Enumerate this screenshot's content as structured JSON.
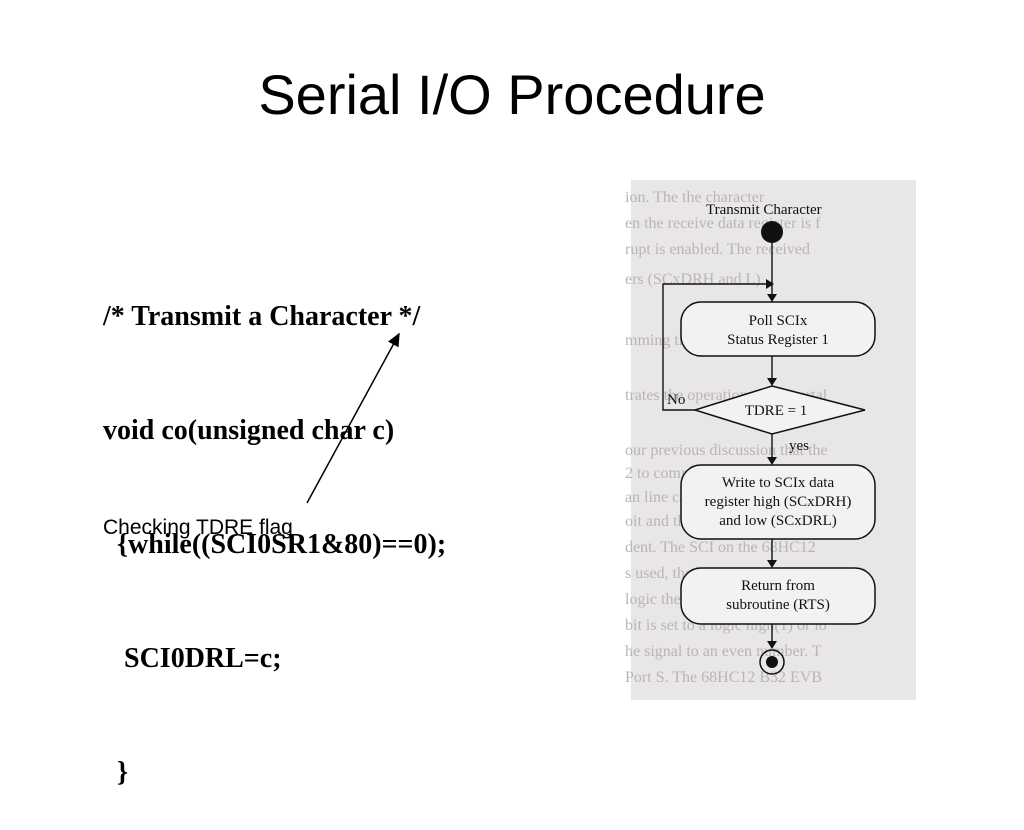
{
  "slide": {
    "title": "Serial I/O Procedure",
    "code_lines": [
      "/* Transmit a Character */",
      "void co(unsigned char c)",
      "  {while((SCI0SR1&80)==0);",
      "   SCI0DRL=c;",
      "  }"
    ],
    "caption": "Checking TDRE flag"
  },
  "flowchart": {
    "start_label": "Transmit Character",
    "poll_box": [
      "Poll SCIx",
      "Status Register 1"
    ],
    "decision": "TDRE = 1",
    "no_label": "No",
    "yes_label": "yes",
    "write_box": [
      "Write to SCIx data",
      "register high (SCxDRH)",
      "and low (SCxDRL)"
    ],
    "return_box": [
      "Return from",
      "subroutine (RTS)"
    ]
  },
  "background_text": [
    "ion.  The the character",
    "en the receive data register is f",
    "rupt is enabled. The received",
    "ers (SCxDRH and L).",
    "mming the SCI Comm",
    "trates the operation of the sertal",
    "our previous discussion that the",
    "2 to communicate with remote",
    "an line can communicate",
    "oit and the SCI",
    "dent. The SCI on the 68HC12",
    "s used, the bit is set to a",
    "logic the terminal to an",
    "bit is set to a logic high(1) or lo",
    "he signal to an even number. T",
    "Port S. The 68HC12 B32 EVB"
  ],
  "colors": {
    "text": "#000000",
    "scan_bg": "#e9e6e6",
    "scan_faint_text": "#b9b5b5",
    "flowchart_ink": "#111111"
  }
}
